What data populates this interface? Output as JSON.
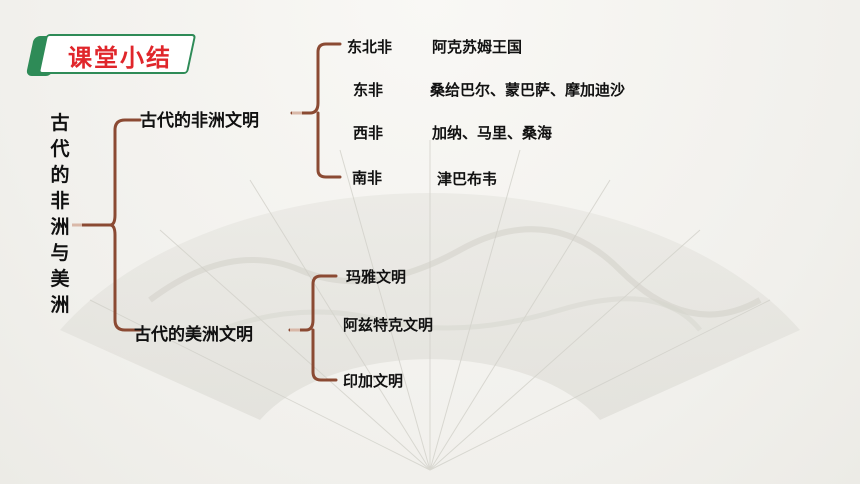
{
  "badge": {
    "label": "课堂小结"
  },
  "root": {
    "title": "古代的非洲与美洲"
  },
  "africa": {
    "label": "古代的非洲文明",
    "regions": [
      {
        "region": "东北非",
        "civilizations": "阿克苏姆王国"
      },
      {
        "region": "东非",
        "civilizations": "桑给巴尔、蒙巴萨、摩加迪沙"
      },
      {
        "region": "西非",
        "civilizations": "加纳、马里、桑海"
      },
      {
        "region": "南非",
        "civilizations": "津巴布韦"
      }
    ]
  },
  "america": {
    "label": "古代的美洲文明",
    "items": [
      "玛雅文明",
      "阿兹特克文明",
      "印加文明"
    ]
  },
  "colors": {
    "badge_red": "#e0262b",
    "badge_green": "#2e8b57",
    "bracket": "#8b4a33"
  }
}
